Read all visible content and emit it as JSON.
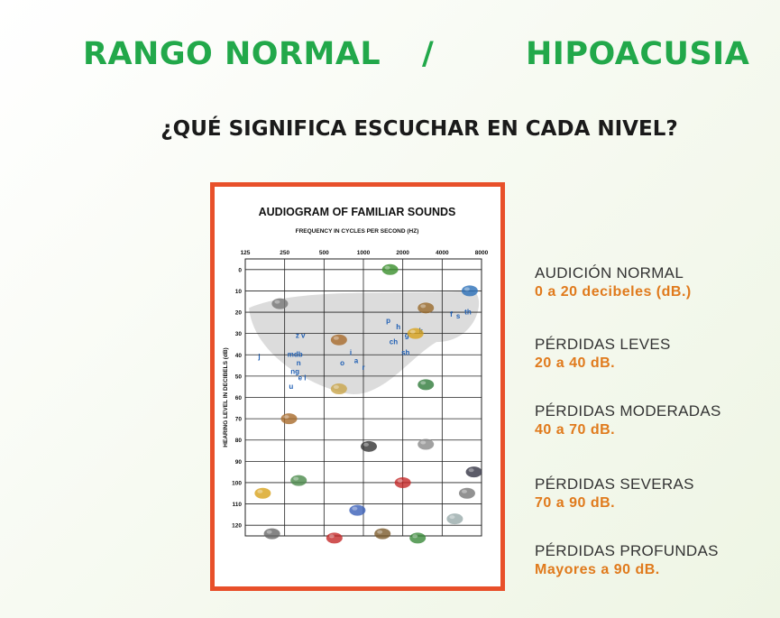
{
  "title": {
    "left": "RANGO NORMAL",
    "separator": "/",
    "right": "HIPOACUSIA"
  },
  "subtitle": "¿QUÉ SIGNIFICA ESCUCHAR EN CADA NIVEL?",
  "colors": {
    "title": "#22a84a",
    "accent_orange": "#e07a1c",
    "frame": "#e8502a",
    "speech_letters": "#1f5fb4",
    "speech_banana": "#dcdcdc"
  },
  "levels": [
    {
      "label": "AUDICIÓN  NORMAL",
      "value": "0 a 20   decibeles (dB.)"
    },
    {
      "label": "PÉRDIDAS LEVES",
      "value": "20 a  40   dB."
    },
    {
      "label": "PÉRDIDAS MODERADAS",
      "value": "40 a  70   dB."
    },
    {
      "label": "PÉRDIDAS SEVERAS",
      "value": "70 a  90  dB."
    },
    {
      "label": "PÉRDIDAS PROFUNDAS",
      "value": "Mayores a 90   dB."
    }
  ],
  "chart_data": {
    "type": "scatter",
    "title": "AUDIOGRAM OF FAMILIAR SOUNDS",
    "xlabel": "FREQUENCY IN CYCLES PER SECOND (HZ)",
    "ylabel": "HEARING LEVEL IN DECIBELS (dB)",
    "x_ticks": [
      "125",
      "250",
      "500",
      "1000",
      "2000",
      "4000",
      "8000"
    ],
    "y_ticks": [
      "0",
      "10",
      "20",
      "30",
      "40",
      "50",
      "60",
      "70",
      "80",
      "90",
      "100",
      "110",
      "120"
    ],
    "x_scale": "log2",
    "y_inverted": true,
    "xlim": [
      125,
      8000
    ],
    "ylim": [
      -5,
      125
    ],
    "grid": true,
    "speech_sounds": [
      {
        "text": "z v",
        "x": 330,
        "y": 32
      },
      {
        "text": "j",
        "x": 160,
        "y": 42
      },
      {
        "text": "mdb",
        "x": 300,
        "y": 41
      },
      {
        "text": "n",
        "x": 320,
        "y": 45
      },
      {
        "text": "ng",
        "x": 300,
        "y": 49
      },
      {
        "text": "e l",
        "x": 340,
        "y": 52
      },
      {
        "text": "u",
        "x": 280,
        "y": 56
      },
      {
        "text": "o",
        "x": 690,
        "y": 45
      },
      {
        "text": "i",
        "x": 800,
        "y": 40
      },
      {
        "text": "a",
        "x": 880,
        "y": 44
      },
      {
        "text": "r",
        "x": 1000,
        "y": 47
      },
      {
        "text": "p",
        "x": 1550,
        "y": 25
      },
      {
        "text": "h",
        "x": 1850,
        "y": 28
      },
      {
        "text": "ch",
        "x": 1700,
        "y": 35
      },
      {
        "text": "g",
        "x": 2150,
        "y": 32
      },
      {
        "text": "k",
        "x": 2750,
        "y": 30
      },
      {
        "text": "sh",
        "x": 2100,
        "y": 40
      },
      {
        "text": "f",
        "x": 4700,
        "y": 22
      },
      {
        "text": "s",
        "x": 5300,
        "y": 23
      },
      {
        "text": "th",
        "x": 6300,
        "y": 21
      }
    ]
  }
}
